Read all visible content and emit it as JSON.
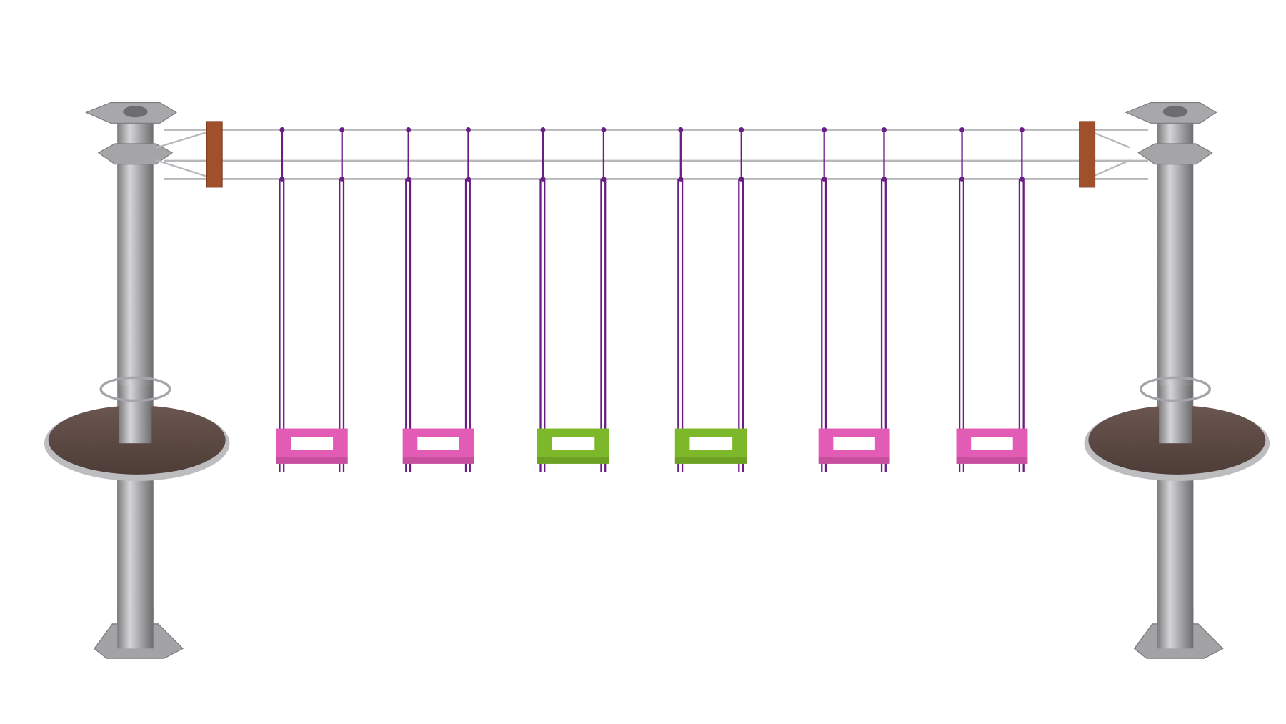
{
  "colors": {
    "background": "#ffffff",
    "pole": "#a9a9ab",
    "platform": "#5e4a44",
    "rope": "#6b1d86",
    "cable": "#b8b8bc",
    "wood": "#a0502a",
    "seat_pink": "#e25bb4",
    "seat_green": "#7cb82a"
  },
  "seats": [
    "pink",
    "pink",
    "green",
    "green",
    "pink",
    "pink"
  ]
}
